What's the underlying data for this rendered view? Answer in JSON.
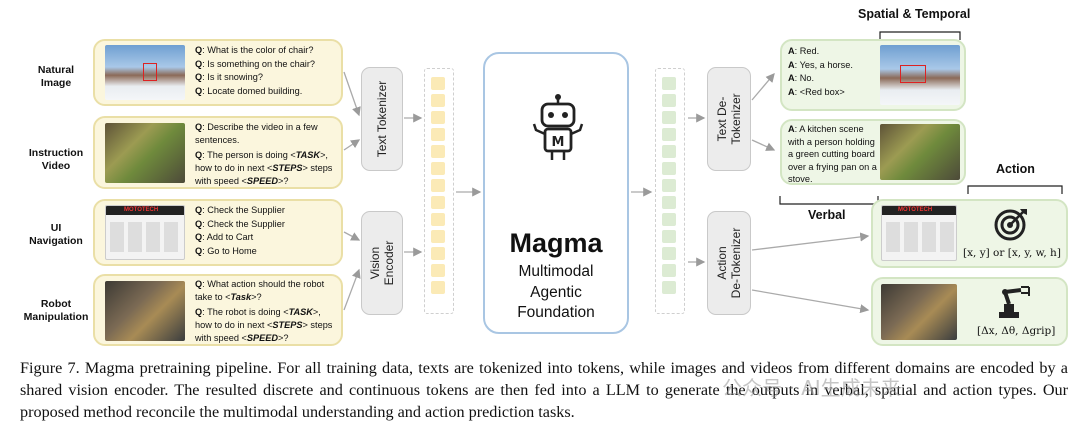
{
  "rows": [
    {
      "label": "Natural\nImage"
    },
    {
      "label": "Instruction\nVideo"
    },
    {
      "label": "UI\nNavigation"
    },
    {
      "label": "Robot\nManipulation"
    }
  ],
  "inputs": {
    "natural": [
      {
        "q": "Q",
        "text": ": What is the color of chair?"
      },
      {
        "q": "Q",
        "text": ": Is something on the chair?"
      },
      {
        "q": "Q",
        "text": ": Is it snowing?"
      },
      {
        "q": "Q",
        "text": ": Locate domed building."
      }
    ],
    "video_q1": "Describe the video in a few sentences.",
    "video_q2_a": "The person is doing <",
    "video_q2_task": "TASK",
    "video_q2_b": ">, how to do in next <",
    "video_q2_steps": "STEPS",
    "video_q2_c": "> steps with speed <",
    "video_q2_speed": "SPEED",
    "video_q2_d": ">?",
    "ui": [
      {
        "q": "Q",
        "text": ": Check the Supplier"
      },
      {
        "q": "Q",
        "text": ": Check the Supplier"
      },
      {
        "q": "Q",
        "text": ": Add to Cart"
      },
      {
        "q": "Q",
        "text": ": Go to Home"
      }
    ],
    "ui_brand": "MOTOTECH",
    "robot_q1_a": "What action should the robot take to <",
    "robot_q1_task": "Task",
    "robot_q1_b": ">?",
    "robot_q2_a": "The robot is doing <",
    "robot_q2_task": "TASK",
    "robot_q2_b": ">, how to do in next <",
    "robot_q2_steps": "STEPS",
    "robot_q2_c": "> steps with speed <",
    "robot_q2_speed": "SPEED",
    "robot_q2_d": ">?"
  },
  "q_prefix": "Q",
  "a_prefix": "A",
  "modules": {
    "text_tokenizer": "Text Tokenizer",
    "vision_encoder": "Vision\nEncoder",
    "text_detokenizer": "Text De-\nTokenizer",
    "action_detokenizer": "Action\nDe-Tokenizer"
  },
  "magma": {
    "title": "Magma",
    "subtitle_1": "Multimodal",
    "subtitle_2": "Agentic",
    "subtitle_3": "Foundation"
  },
  "outputs": {
    "spatial_temporal_label": "Spatial & Temporal",
    "answers": [
      {
        "a": "A",
        "text": ": Red."
      },
      {
        "a": "A",
        "text": ": Yes, a horse."
      },
      {
        "a": "A",
        "text": ": No."
      },
      {
        "a": "A",
        "text": ": <Red box>"
      }
    ],
    "video_answer": "A kitchen scene with a person holding a green cutting board over a frying pan on a stove.",
    "verbal_label": "Verbal",
    "action_label": "Action",
    "ui_action_formula": "[x, y] or [x, y, w, h]",
    "robot_action_formula": "[Δx, Δθ, Δgrip]",
    "ui_brand": "MOTOTECH"
  },
  "caption": {
    "part1": "Figure 7. Magma pretraining pipeline. For all training data, texts are tokenized into tokens, while images and videos from different domains are encoded by a shared vision encoder. The resulted discrete and continuous tokens are then fed into a LLM to generate the outputs in verbal, spatial and action types. Our proposed method reconcile the multimodal understanding and action prediction tasks."
  },
  "watermark": "公众号 · AI生成未来",
  "colors": {
    "input_card": "#fbf6dd",
    "output_card": "#eef6e6",
    "magma_border": "#a9c6e3",
    "token_yellow": "#fbeab6",
    "token_green": "#dcebd3"
  }
}
